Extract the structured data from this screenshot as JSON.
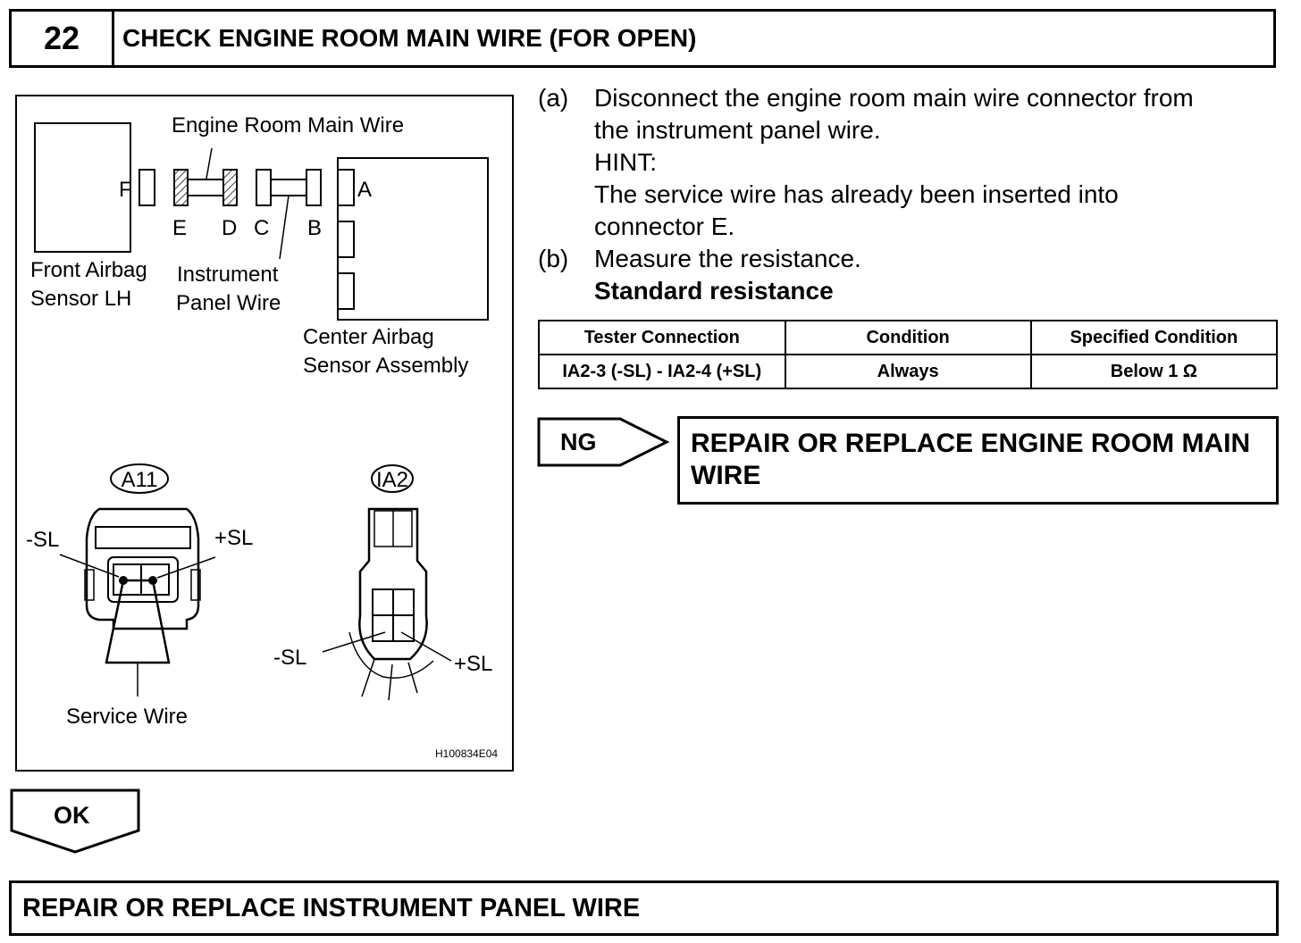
{
  "header": {
    "step_number": "22",
    "title": "CHECK ENGINE ROOM MAIN WIRE (FOR OPEN)"
  },
  "figure": {
    "engine_room_main_wire": "Engine Room Main Wire",
    "connector_f": "F",
    "connector_e": "E",
    "connector_d": "D",
    "connector_c": "C",
    "connector_b": "B",
    "connector_a": "A",
    "front_airbag_line1": "Front Airbag",
    "front_airbag_line2": "Sensor LH",
    "instrument_line1": "Instrument",
    "instrument_line2": "Panel Wire",
    "center_airbag_line1": "Center Airbag",
    "center_airbag_line2": "Sensor Assembly",
    "a11_label": "A11",
    "ia2_label": "IA2",
    "a11_minus_sl": "-SL",
    "a11_plus_sl": "+SL",
    "ia2_minus_sl": "-SL",
    "ia2_plus_sl": "+SL",
    "service_wire": "Service Wire",
    "figure_code": "H100834E04"
  },
  "procedure": {
    "step_a_marker": "(a)",
    "step_a_line1": "Disconnect the engine room main wire connector from",
    "step_a_line2": "the instrument panel wire.",
    "hint_label": "HINT:",
    "hint_line1": "The service wire has already been inserted into",
    "hint_line2": "connector E.",
    "step_b_marker": "(b)",
    "step_b_text": "Measure the resistance.",
    "standard_label": "Standard resistance"
  },
  "spec_table": {
    "headers": [
      "Tester Connection",
      "Condition",
      "Specified Condition"
    ],
    "rows": [
      [
        "IA2-3 (-SL) - IA2-4 (+SL)",
        "Always",
        "Below 1 Ω"
      ]
    ]
  },
  "ng_branch": {
    "label": "NG",
    "result_text": "REPAIR OR REPLACE ENGINE ROOM MAIN WIRE"
  },
  "ok_branch": {
    "label": "OK",
    "result_text": "REPAIR OR REPLACE INSTRUMENT PANEL WIRE"
  }
}
